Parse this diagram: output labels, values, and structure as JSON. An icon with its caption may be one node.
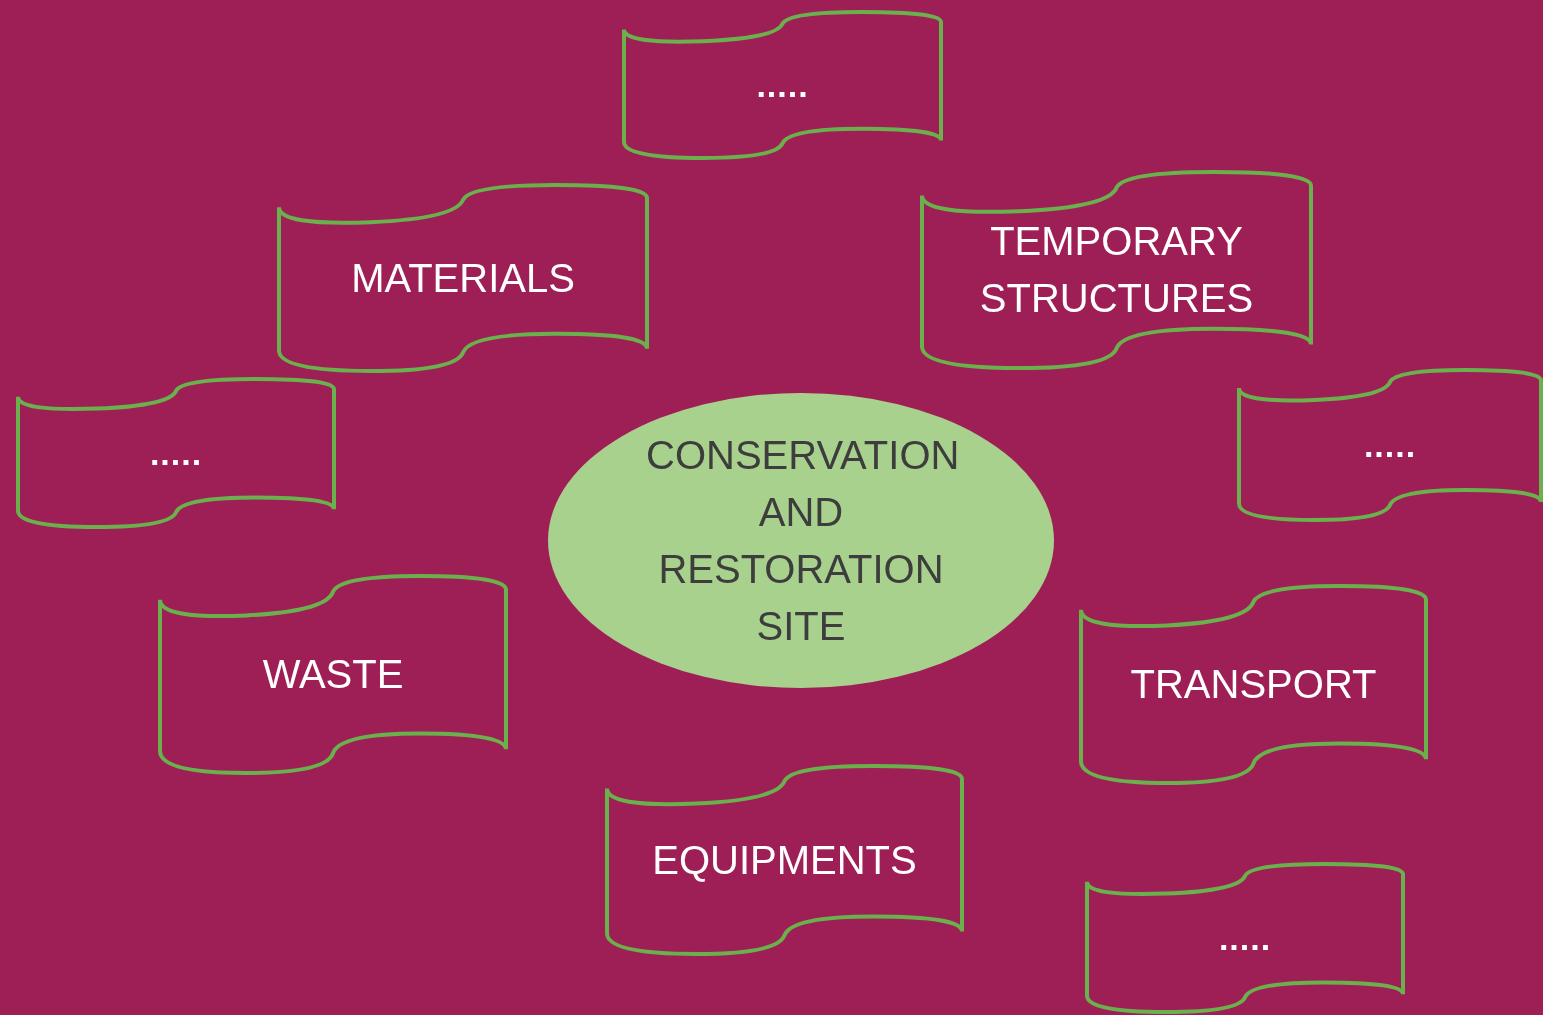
{
  "diagram": {
    "nodes": [
      {
        "text": [
          "....."
        ]
      },
      {
        "text": [
          "MATERIALS"
        ]
      },
      {
        "text": [
          "TEMPORARY STRUCTURES"
        ]
      },
      {
        "text": [
          "....."
        ]
      },
      {
        "text": [
          "....."
        ]
      },
      {
        "text": [
          "CONSERVATION AND RESTORATION SITE"
        ]
      },
      {
        "text": [
          "WASTE"
        ]
      },
      {
        "text": [
          "TRANSPORT"
        ]
      },
      {
        "text": [
          "EQUIPMENTS"
        ]
      },
      {
        "text": [
          "....."
        ]
      }
    ]
  }
}
